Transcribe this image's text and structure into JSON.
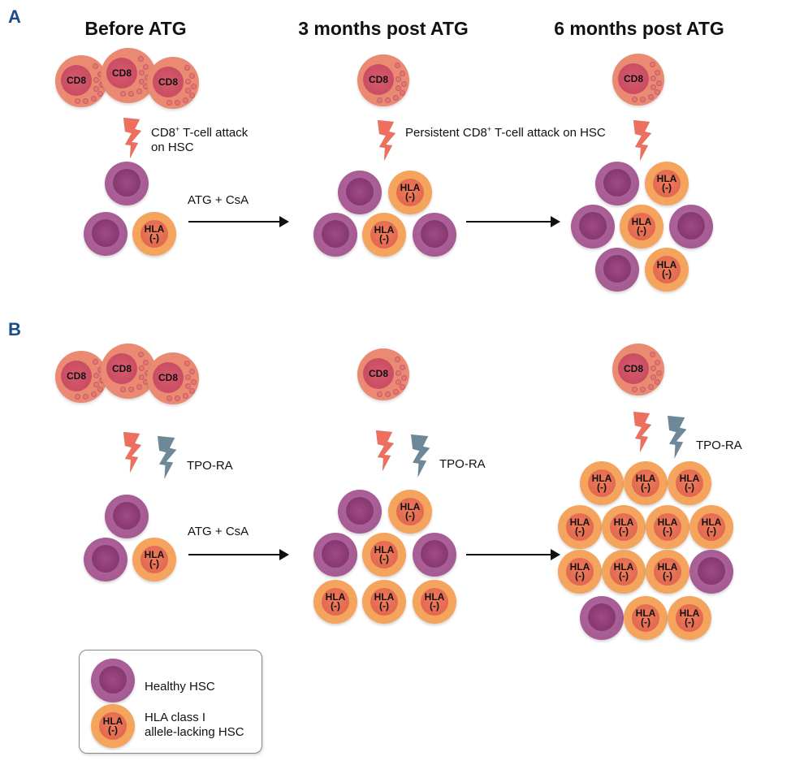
{
  "panels": {
    "A": {
      "letter": "A",
      "column_titles": [
        "Before ATG",
        "3 months post ATG",
        "6 months post ATG"
      ],
      "attack_label_1_line1": "CD8",
      "attack_label_1_sup": "+",
      "attack_label_1_rest": " T-cell attack",
      "attack_label_1_line2": "on HSC",
      "attack_label_2_pre": "Persistent CD8",
      "attack_label_2_sup": "+",
      "attack_label_2_rest": " T-cell attack on HSC",
      "treatment_label": "ATG + CsA",
      "stages": [
        {
          "name": "before-atg",
          "cd8_count": 3,
          "cells": [
            "healthy",
            "healthy",
            "hla"
          ]
        },
        {
          "name": "3-months",
          "cd8_count": 1,
          "cells": [
            "healthy",
            "hla",
            "healthy",
            "hla",
            "healthy"
          ]
        },
        {
          "name": "6-months",
          "cd8_count": 1,
          "cells": [
            "healthy",
            "hla",
            "healthy",
            "hla",
            "healthy",
            "healthy",
            "hla"
          ]
        }
      ]
    },
    "B": {
      "letter": "B",
      "tpo_label": "TPO-RA",
      "treatment_label": "ATG + CsA",
      "stages": [
        {
          "name": "before-atg",
          "cd8_count": 3,
          "cells": [
            "healthy",
            "healthy",
            "hla"
          ]
        },
        {
          "name": "3-months",
          "cd8_count": 1,
          "cells": [
            "healthy",
            "hla",
            "healthy",
            "hla",
            "healthy",
            "hla",
            "hla",
            "hla"
          ]
        },
        {
          "name": "6-months",
          "cd8_count": 1,
          "cells": [
            "hla",
            "hla",
            "hla",
            "hla",
            "hla",
            "hla",
            "hla",
            "hla",
            "hla",
            "hla",
            "healthy",
            "healthy",
            "hla",
            "hla"
          ]
        }
      ]
    }
  },
  "cell_labels": {
    "cd8": "CD8",
    "hla_line1": "HLA",
    "hla_line2": "(-)"
  },
  "legend": {
    "items": [
      {
        "type": "healthy",
        "label": "Healthy HSC"
      },
      {
        "type": "hla",
        "label_line1": "HLA class I",
        "label_line2": "allele-lacking HSC"
      }
    ]
  },
  "colors": {
    "panel_letter": "#1b4b8a",
    "cd8_cell": "#ea8a72",
    "healthy_hsc": "#a55a92",
    "hla_lacking_hsc": "#f4a45c",
    "cd8_attack_bolt": "#ef6f5e",
    "tpo_ra_bolt": "#6d8898"
  }
}
